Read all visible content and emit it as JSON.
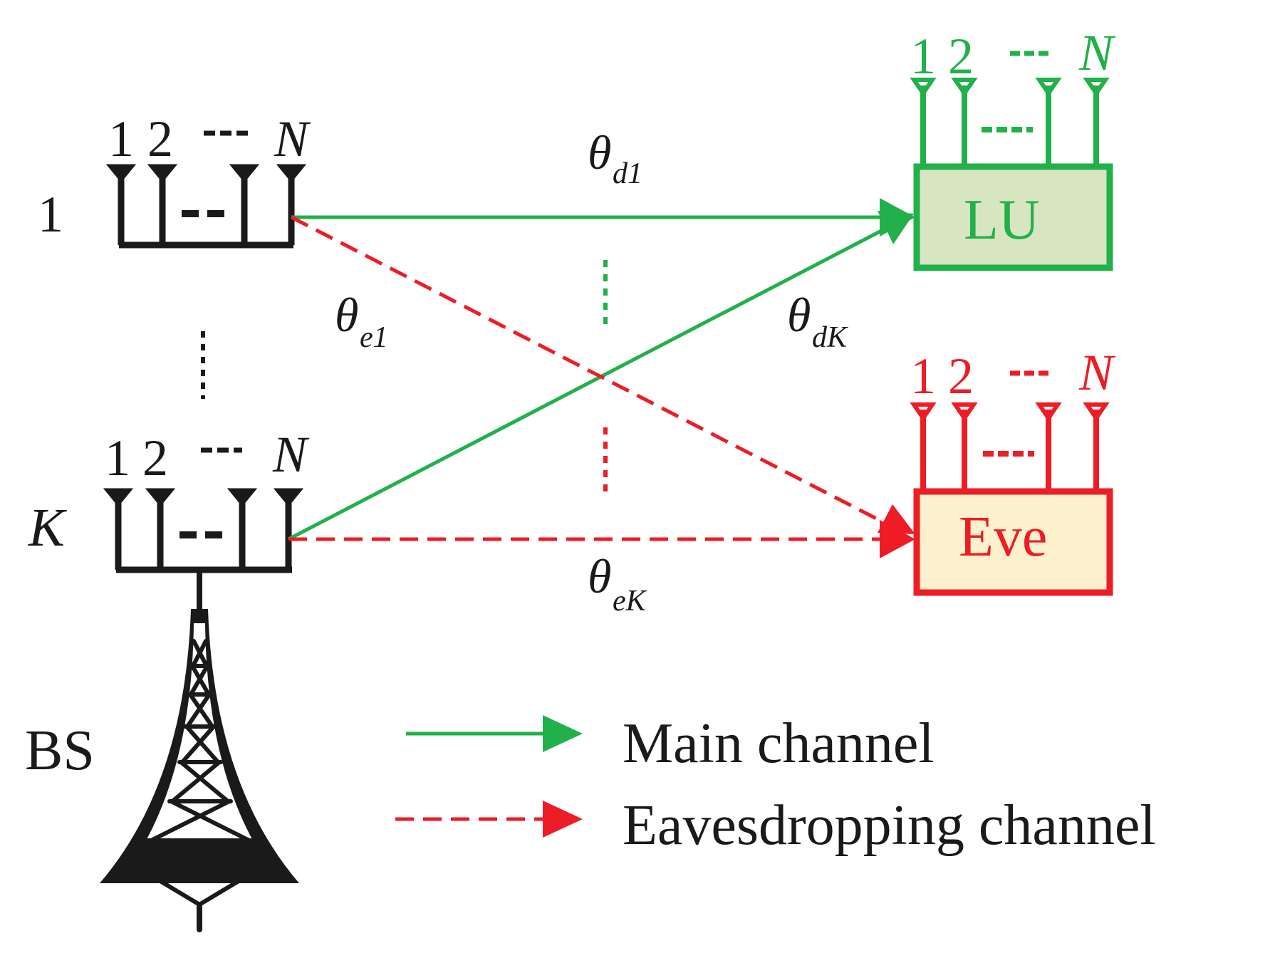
{
  "colors": {
    "black": "#1a1a1a",
    "green": "#22b04b",
    "red": "#ee1c25",
    "lu_fill": "#d7e5c0",
    "eve_fill": "#fcf1cc"
  },
  "antenna_labels": {
    "first": "1",
    "second": "2",
    "dots": "···",
    "last": "N"
  },
  "bs": {
    "label": "BS",
    "array_top_label": "1",
    "array_bottom_label": "K"
  },
  "receivers": {
    "lu_label": "LU",
    "eve_label": "Eve"
  },
  "angles": {
    "theta_d1": {
      "symbol": "θ",
      "sub": "d1"
    },
    "theta_e1": {
      "symbol": "θ",
      "sub": "e1"
    },
    "theta_dK": {
      "symbol": "θ",
      "sub": "dK"
    },
    "theta_eK": {
      "symbol": "θ",
      "sub": "eK"
    }
  },
  "legend": {
    "main_channel": "Main channel",
    "eavesdropping_channel": "Eavesdropping channel"
  },
  "icons": [
    "antenna-array-icon",
    "bs-tower-icon",
    "arrowhead-icon"
  ]
}
